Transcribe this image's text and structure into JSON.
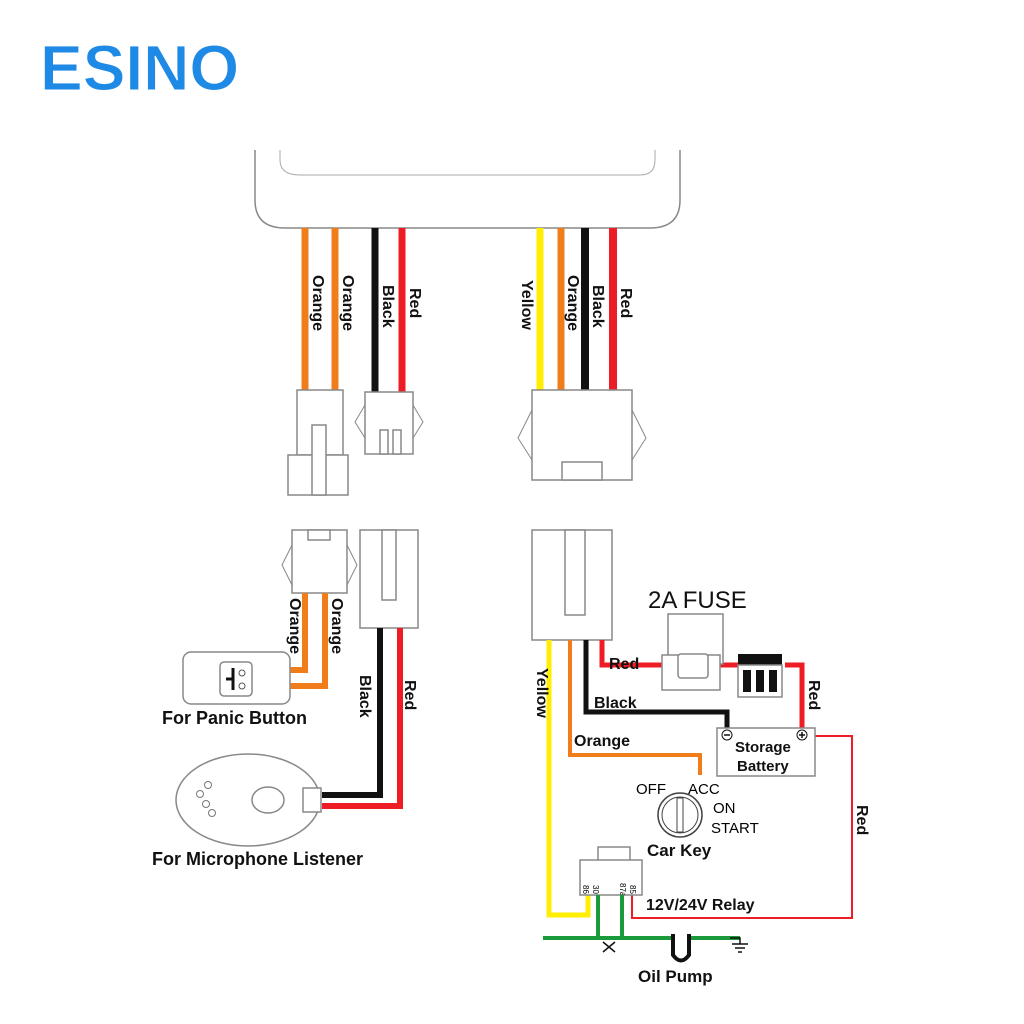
{
  "brand": {
    "logo_text": "ESINO",
    "color": "#1f8ae6"
  },
  "wire_colors": {
    "orange": "#f07c1a",
    "black": "#111111",
    "red": "#ee1c24",
    "yellow": "#ffee00",
    "green": "#1a9a3a"
  },
  "top_left_wires": [
    "Orange",
    "Orange",
    "Black",
    "Red"
  ],
  "top_right_wires": [
    "Yellow",
    "Orange",
    "Black",
    "Red"
  ],
  "panic": {
    "wires": [
      "Orange",
      "Orange"
    ],
    "label": "For Panic Button"
  },
  "microphone": {
    "wires": [
      "Black",
      "Red"
    ],
    "label": "For Microphone Listener"
  },
  "power": {
    "yellow": "Yellow",
    "red": "Red",
    "black": "Black",
    "orange": "Orange",
    "fuse_label": "2A FUSE",
    "battery_label_1": "Storage",
    "battery_label_2": "Battery",
    "battery_red": "Red",
    "relay_red": "Red",
    "key_off": "OFF",
    "key_acc": "ACC",
    "key_on": "ON",
    "key_start": "START",
    "key_label": "Car Key",
    "relay_label": "12V/24V Relay",
    "relay_pins": [
      "86",
      "30",
      "87a",
      "85"
    ],
    "pump_label": "Oil Pump"
  }
}
